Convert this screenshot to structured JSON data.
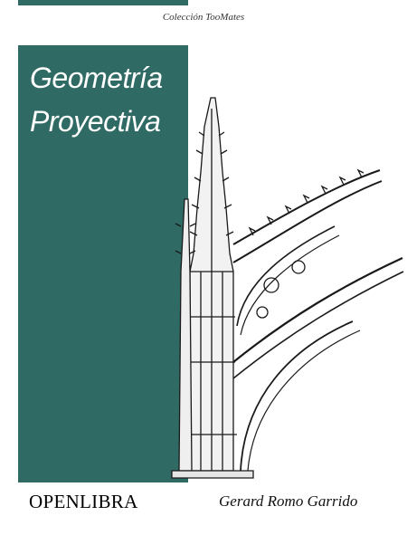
{
  "collection": "Colección TooMates",
  "title": {
    "line1": "Geometría",
    "line2": "Proyectiva"
  },
  "publisher": "OPENLIBRA",
  "author": "Gerard Romo Garrido",
  "colors": {
    "panel": "#2f6b64",
    "background": "#ffffff"
  }
}
